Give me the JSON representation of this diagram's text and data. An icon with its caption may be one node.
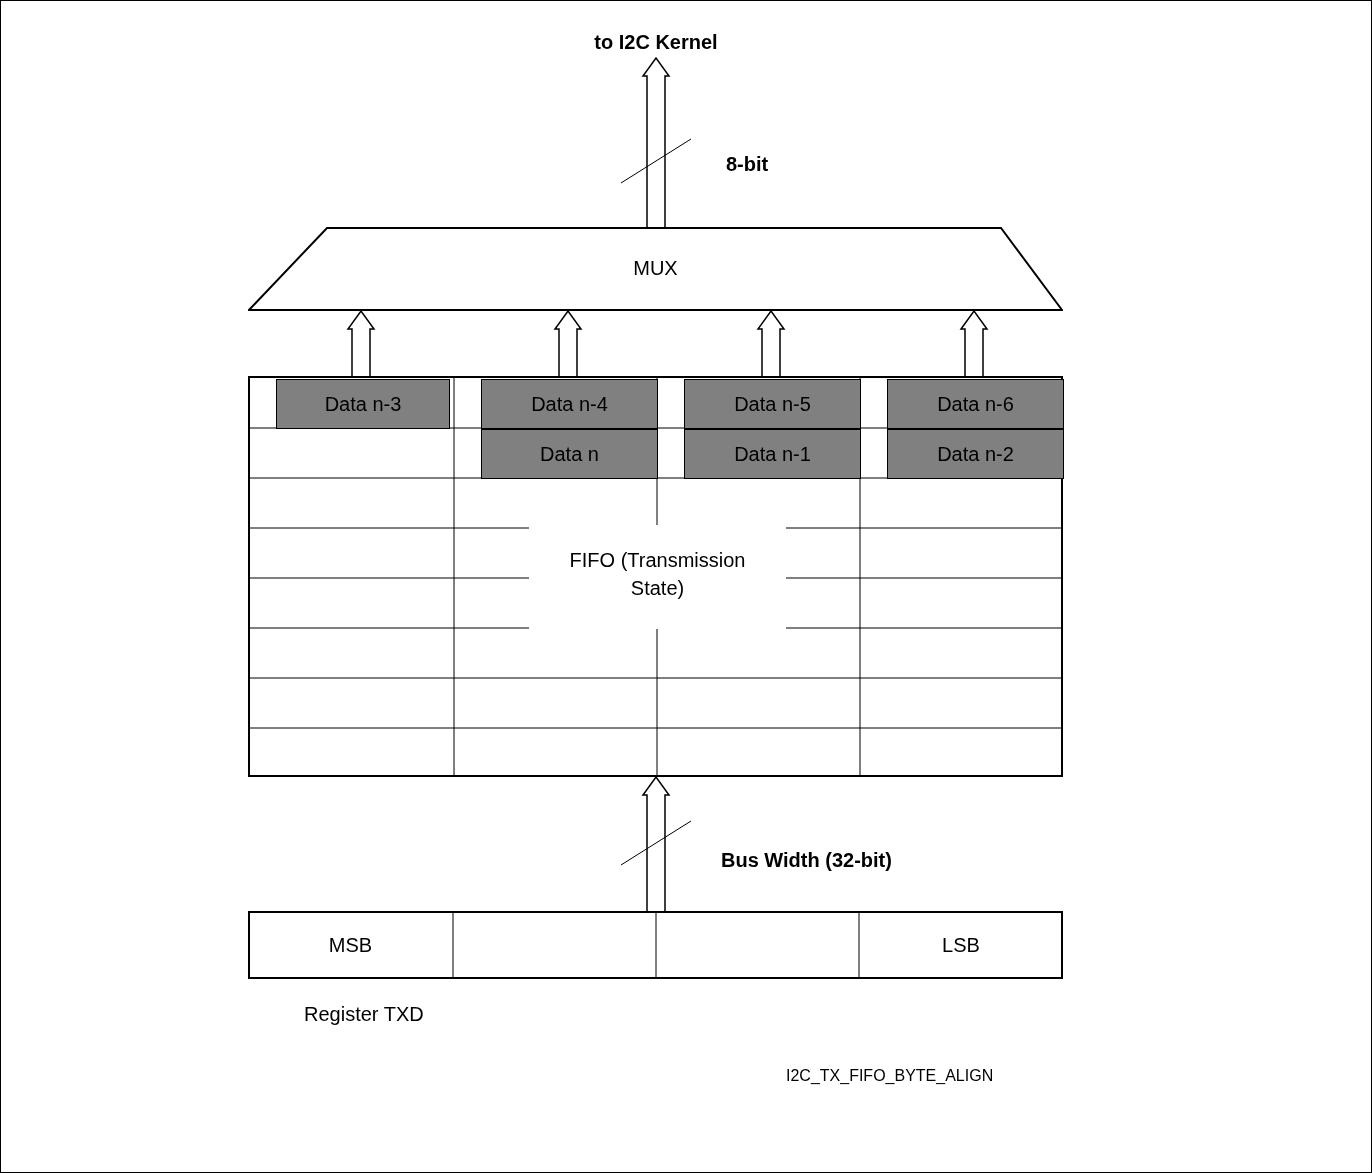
{
  "diagram": {
    "nodes": [
      {
        "text": [
          "to I2C Kernel"
        ]
      },
      {
        "text": [
          "MUX"
        ]
      },
      {
        "text": [
          "FIFO (Transmission State)"
        ]
      },
      {
        "text": [
          "Data n-3"
        ],
        "in": 2
      },
      {
        "text": [
          "Data n-4"
        ],
        "in": 2
      },
      {
        "text": [
          "Data n-5"
        ],
        "in": 2
      },
      {
        "text": [
          "Data n-6"
        ],
        "in": 2
      },
      {
        "text": [
          "Data n"
        ],
        "in": 2
      },
      {
        "text": [
          "Data n-1"
        ],
        "in": 2
      },
      {
        "text": [
          "Data n-2"
        ],
        "in": 2
      },
      {
        "text": [
          "Register TXD"
        ]
      },
      {
        "text": [
          "MSB"
        ],
        "in": 10
      },
      {
        "text": [
          "LSB"
        ],
        "in": 10
      }
    ],
    "edges": [
      {
        "from": 1,
        "to": 0,
        "arrow": "to",
        "label": "8-bit"
      },
      {
        "from": 3,
        "to": 1,
        "arrow": "to"
      },
      {
        "from": 4,
        "to": 1,
        "arrow": "to"
      },
      {
        "from": 5,
        "to": 1,
        "arrow": "to"
      },
      {
        "from": 6,
        "to": 1,
        "arrow": "to"
      },
      {
        "from": 10,
        "to": 2,
        "arrow": "to",
        "label": "Bus Width (32-bit)"
      }
    ],
    "labels": [
      "I2C_TX_FIFO_BYTE_ALIGN"
    ]
  }
}
